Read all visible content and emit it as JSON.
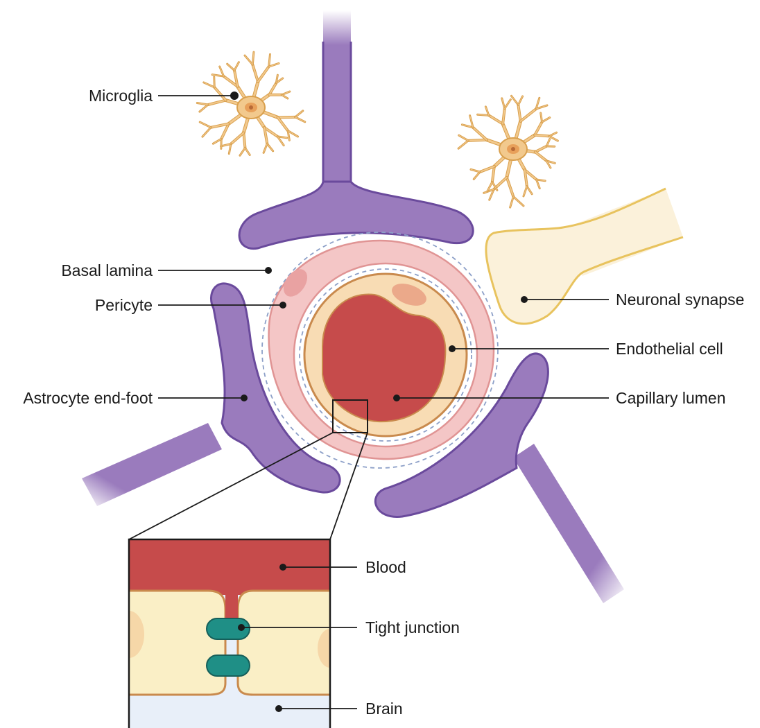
{
  "labels": {
    "microglia": "Microglia",
    "basal_lamina": "Basal lamina",
    "pericyte": "Pericyte",
    "astrocyte_end_foot": "Astrocyte end-foot",
    "neuronal_synapse": "Neuronal synapse",
    "endothelial_cell": "Endothelial cell",
    "capillary_lumen": "Capillary lumen",
    "blood": "Blood",
    "tight_junction": "Tight junction",
    "brain": "Brain"
  },
  "colors": {
    "astrocyte": "#9a7bbd",
    "astrocyte_outline": "#6a4a9c",
    "microglia": "#f2c98d",
    "microglia_outline": "#d9a04e",
    "pericyte": "#f4c6c6",
    "pericyte_outline": "#e09494",
    "endothelium": "#f8dcb4",
    "endothelium_outline": "#c98a4d",
    "lumen": "#c64b4b",
    "neuron": "#fbf1da",
    "neuron_outline": "#e8c35e",
    "basal_lamina": "#8da0c8",
    "tight_junction": "#1f8f86",
    "brain": "#e8eff9",
    "cell_cytoplasm": "#faefc6"
  }
}
